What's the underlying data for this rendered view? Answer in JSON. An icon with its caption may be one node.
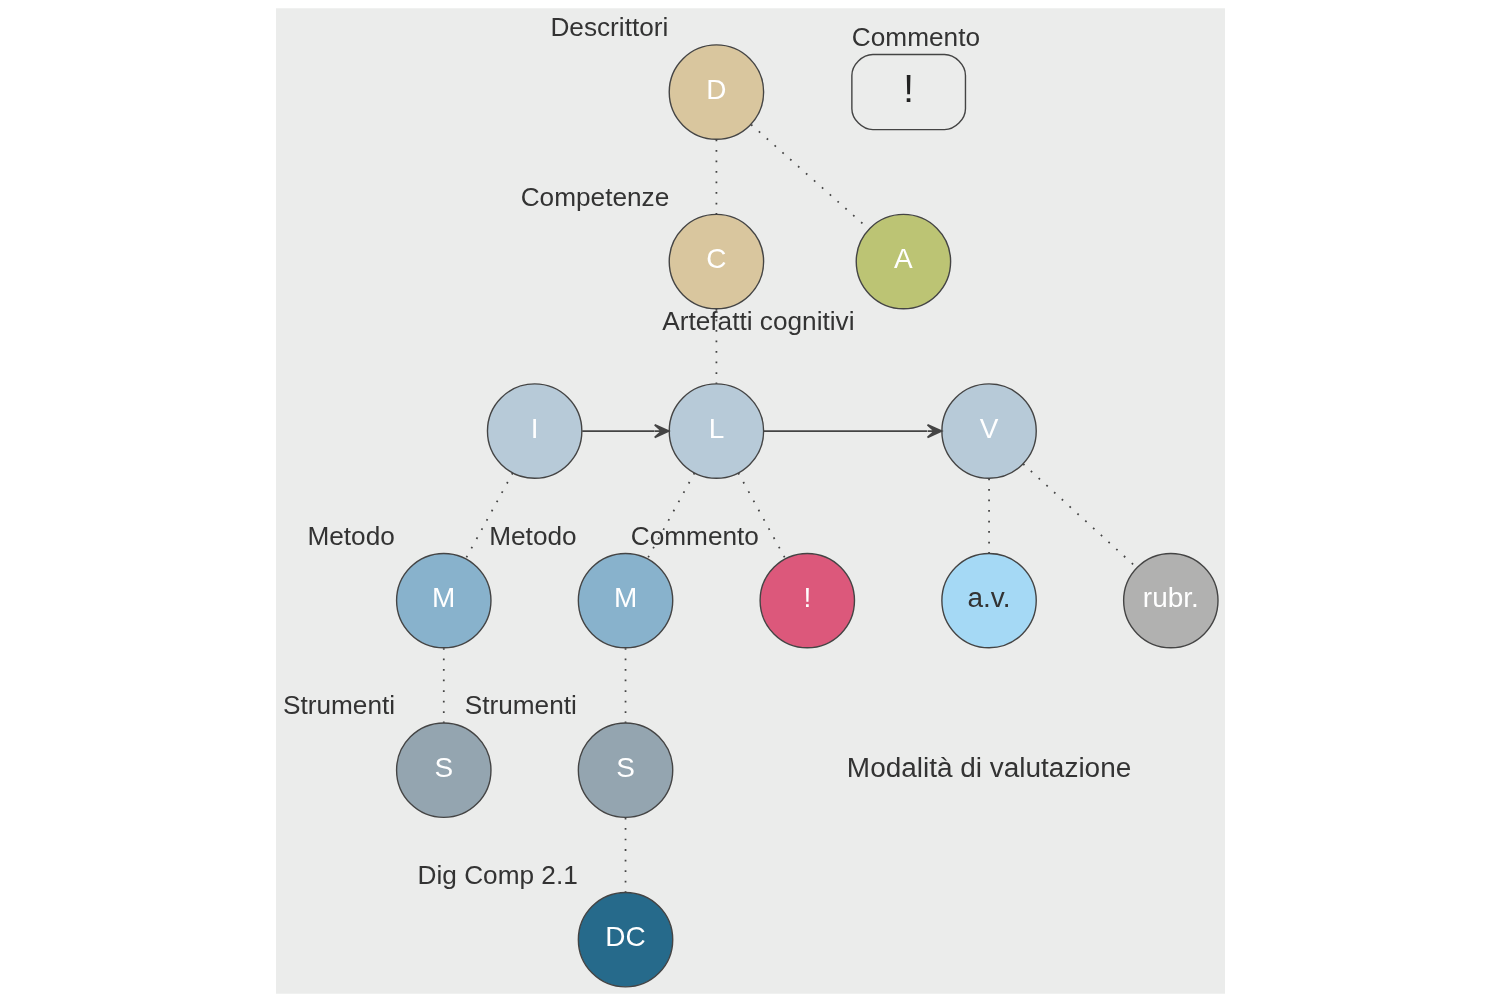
{
  "diagram": {
    "nodes": [
      {
        "text": [
          "D"
        ],
        "beside": [
          "Descrittori"
        ]
      },
      {
        "text": [
          "C"
        ],
        "beside": [
          "Competenze"
        ]
      },
      {
        "text": [
          "A"
        ],
        "beside": [
          "Artefatti cognitivi"
        ]
      },
      {
        "text": [
          "!"
        ],
        "beside": [
          "Commento"
        ]
      },
      {
        "text": [
          "I"
        ]
      },
      {
        "text": [
          "L"
        ]
      },
      {
        "text": [
          "V"
        ]
      },
      {
        "text": [
          "!"
        ],
        "beside": [
          "Commento"
        ]
      },
      {
        "text": [
          "M"
        ],
        "beside": [
          "Metodo"
        ]
      },
      {
        "text": [
          "S"
        ],
        "beside": [
          "Strumenti"
        ]
      },
      {
        "text": [
          "M"
        ],
        "beside": [
          "Metodo"
        ]
      },
      {
        "text": [
          "S"
        ],
        "beside": [
          "Strumenti"
        ]
      },
      {
        "text": [
          "DC"
        ],
        "beside": [
          "Dig Comp 2.1"
        ]
      },
      {
        "text": [
          "a.v."
        ]
      },
      {
        "text": [
          "rubr."
        ]
      }
    ],
    "edges": [
      {
        "from": 0,
        "to": 1,
        "arrow": "none",
        "style": "dashed"
      },
      {
        "from": 0,
        "to": 2,
        "arrow": "none",
        "style": "dashed"
      },
      {
        "from": 1,
        "to": 5,
        "arrow": "none",
        "style": "dashed"
      },
      {
        "from": 4,
        "to": 5,
        "arrow": "to"
      },
      {
        "from": 5,
        "to": 6,
        "arrow": "to"
      },
      {
        "from": 4,
        "to": 8,
        "arrow": "none",
        "style": "dashed"
      },
      {
        "from": 8,
        "to": 9,
        "arrow": "none",
        "style": "dashed"
      },
      {
        "from": 5,
        "to": 7,
        "arrow": "none",
        "style": "dashed"
      },
      {
        "from": 5,
        "to": 10,
        "arrow": "none",
        "style": "dashed"
      },
      {
        "from": 10,
        "to": 11,
        "arrow": "none",
        "style": "dashed"
      },
      {
        "from": 11,
        "to": 12,
        "arrow": "none",
        "style": "dashed"
      },
      {
        "from": 6,
        "to": 13,
        "arrow": "none",
        "style": "dashed"
      },
      {
        "from": 6,
        "to": 14,
        "arrow": "none",
        "style": "dashed"
      }
    ],
    "labels": [
      "Modalità di valutazione"
    ]
  }
}
